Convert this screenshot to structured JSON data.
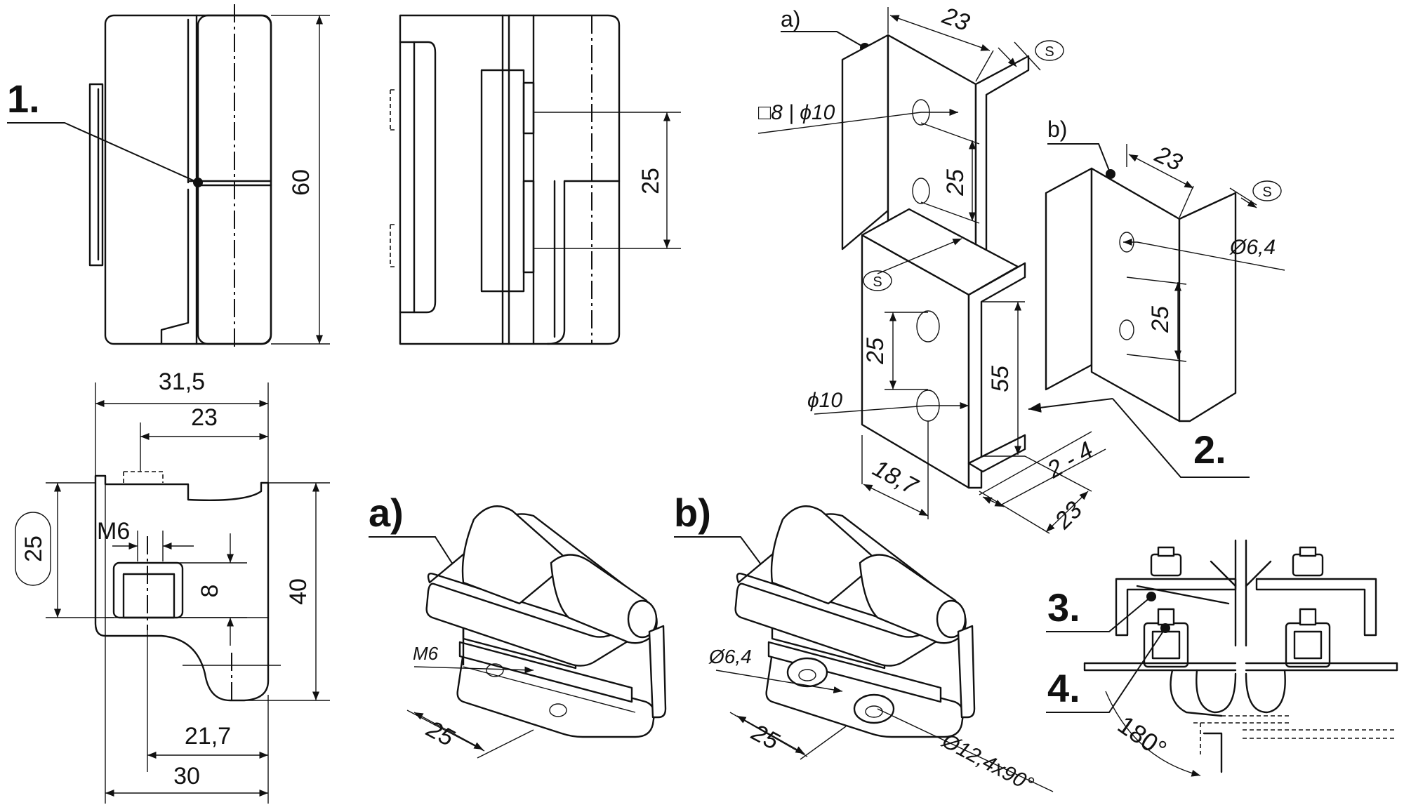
{
  "callouts": {
    "c1": "1.",
    "c2": "2.",
    "c3": "3.",
    "c4": "4.",
    "a_big": "a)",
    "b_big": "b)",
    "a_small": "a)",
    "b_small": "b)"
  },
  "dimensions": {
    "d60": "60",
    "d25_side": "25",
    "d31_5": "31,5",
    "d23_plan": "23",
    "d25_plan": "25",
    "m6_plan": "M6",
    "d8": "8",
    "d40": "40",
    "d21_7": "21,7",
    "d30": "30",
    "d23_a": "23",
    "sq8_d10": "□8 | ϕ10",
    "d25_a": "25",
    "d25_a_lower": "25",
    "d10_a": "ϕ10",
    "d55": "55",
    "d18_7": "18,7",
    "d2_4": "2 - 4",
    "d23_bottom": "23",
    "d23_b": "23",
    "d6_4_b": "Ø6,4",
    "d25_b": "25",
    "m6_iso": "M6",
    "d25_iso_a": "25",
    "d6_4_iso": "Ø6,4",
    "d25_iso_b": "25",
    "d12_4": "Ø12,4x90°",
    "angle180": "180°",
    "s_mark": "S"
  }
}
